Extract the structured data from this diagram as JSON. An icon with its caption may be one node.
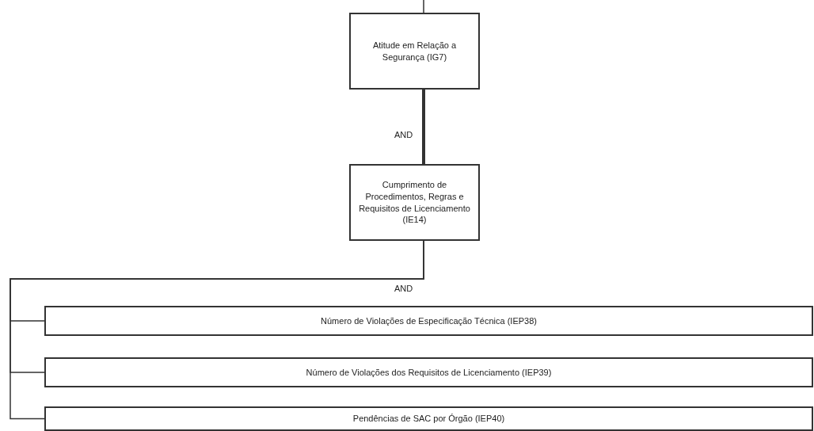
{
  "diagram": {
    "nodes": [
      {
        "text": [
          "Atitude em Relação a Segurança  (IG7)"
        ]
      },
      {
        "text": [
          "Cumprimento de Procedimentos, Regras e Requisitos de Licenciamento  (IE14)"
        ]
      },
      {
        "text": [
          "Número de Violações de Especificação Técnica  (IEP38)"
        ]
      },
      {
        "text": [
          "Número de Violações dos Requisitos de Licenciamento (IEP39)"
        ]
      },
      {
        "text": [
          "Pendências de SAC por Órgão (IEP40)"
        ]
      }
    ],
    "edges": [
      {
        "from": null,
        "to": 0,
        "arrow": "none"
      },
      {
        "from": 0,
        "to": 1,
        "arrow": "none",
        "label": "AND",
        "style": "thick"
      },
      {
        "from": 1,
        "to": 2,
        "arrow": "none",
        "label": "AND"
      },
      {
        "from": 1,
        "to": 3,
        "arrow": "none"
      },
      {
        "from": 1,
        "to": 4,
        "arrow": "none"
      }
    ]
  }
}
